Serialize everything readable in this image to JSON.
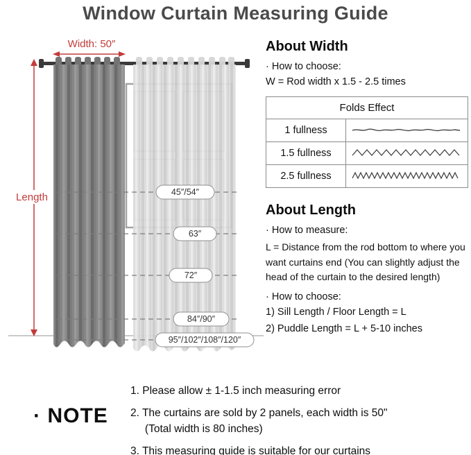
{
  "title": "Window Curtain Measuring Guide",
  "colors": {
    "accent_red": "#c23b3b",
    "curtain_dark": "#868686",
    "curtain_light": "#dcdcdc"
  },
  "diagram": {
    "width_label": "Width:  50″",
    "length_label": "Length",
    "markers": [
      "45″/54″",
      "63″",
      "72″",
      "84″/90″",
      "95″/102″/108″/120″"
    ]
  },
  "about_width": {
    "heading": "About Width",
    "bullet_choose": "· How to choose:",
    "formula": "W = Rod width x 1.5 - 2.5 times",
    "table_header": "Folds Effect",
    "fold_rows": [
      "1 fullness",
      "1.5 fullness",
      "2.5 fullness"
    ]
  },
  "about_length": {
    "heading": "About Length",
    "bullet_measure": "· How to measure:",
    "measure_text": "L = Distance from the rod bottom to where you want curtains end  (You can slightly adjust the head of the curtain to the desired length)",
    "bullet_choose": "· How to choose:",
    "choices": [
      "1)  Sill Length / Floor Length = L",
      "2)  Puddle Length = L + 5-10 inches"
    ]
  },
  "note": {
    "heading": "· NOTE",
    "items": [
      "1. Please allow ± 1-1.5 inch measuring error",
      "2. The curtains are sold by 2 panels, each width is 50\"\n(Total width is 80 inches)",
      "3. This measuring guide is suitable for our curtains"
    ]
  }
}
